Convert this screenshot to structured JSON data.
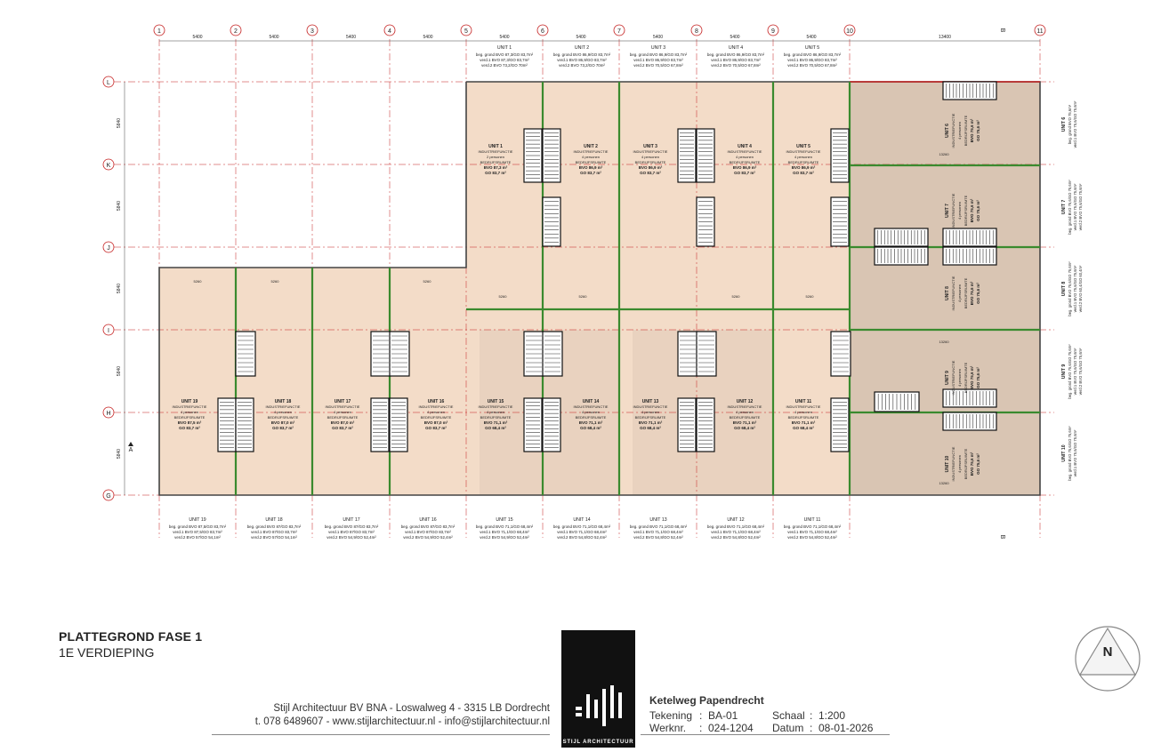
{
  "drawing": {
    "title": "PLATTEGROND FASE 1",
    "subtitle": "1E VERDIEPING"
  },
  "grid": {
    "columns": [
      "1",
      "2",
      "3",
      "4",
      "5",
      "6",
      "7",
      "8",
      "9",
      "10",
      "11"
    ],
    "rows": [
      "L",
      "K",
      "J",
      "I",
      "H",
      "G"
    ],
    "col_spacing": [
      "5400",
      "5400",
      "5400",
      "5400",
      "5400",
      "5400",
      "5400",
      "5400",
      "5400",
      "13400"
    ],
    "row_spacing": [
      "5840",
      "5840",
      "5840",
      "5840",
      "5840"
    ],
    "section_marks": [
      "A",
      "B"
    ]
  },
  "top_units": [
    {
      "name": "UNIT 1",
      "l1": "beg. grond BVO 87,3/GO 83,7m²",
      "l2": "verd.1 BVO 87,3/GO 83,7m²",
      "l3": "verd.2 BVO 73,2/GO 70m²"
    },
    {
      "name": "UNIT 2",
      "l1": "beg. grond BVO 86,9/GO 83,7m²",
      "l2": "verd.1 BVO 86,9/GO 83,7m²",
      "l3": "verd.2 BVO 73,2/GO 70m²"
    },
    {
      "name": "UNIT 3",
      "l1": "beg. grond BVO 86,9/GO 83,7m²",
      "l2": "verd.1 BVO 86,9/GO 83,7m²",
      "l3": "verd.2 BVO 70,5/GO 67,8m²"
    },
    {
      "name": "UNIT 4",
      "l1": "beg. grond BVO 86,9/GO 83,7m²",
      "l2": "verd.1 BVO 86,9/GO 83,7m²",
      "l3": "verd.2 BVO 70,5/GO 67,8m²"
    },
    {
      "name": "UNIT 5",
      "l1": "beg. grond BVO 86,9/GO 83,7m²",
      "l2": "verd.1 BVO 86,9/GO 83,7m²",
      "l3": "verd.2 BVO 70,5/GO 67,8m²"
    }
  ],
  "bottom_units": [
    {
      "name": "UNIT 19",
      "l1": "beg. grond BVO 87,5/GO 83,7m²",
      "l2": "verd.1 BVO 87,5/GO 83,7m²",
      "l3": "verd.2 BVO 57/GO 54,1m²"
    },
    {
      "name": "UNIT 18",
      "l1": "beg. grond BVO 87/GO 83,7m²",
      "l2": "verd.1 BVO 87/GO 83,7m²",
      "l3": "verd.2 BVO 57/GO 54,1m²"
    },
    {
      "name": "UNIT 17",
      "l1": "beg. grond BVO 87/GO 83,7m²",
      "l2": "verd.1 BVO 87/GO 83,7m²",
      "l3": "verd.2 BVO 54,9/GO 52,4m²"
    },
    {
      "name": "UNIT 16",
      "l1": "beg. grond BVO 87/GO 83,7m²",
      "l2": "verd.1 BVO 87/GO 83,7m²",
      "l3": "verd.2 BVO 54,9/GO 52,4m²"
    },
    {
      "name": "UNIT 15",
      "l1": "beg. grond BVO 71,1/GO 68,4m²",
      "l2": "verd.1 BVO 71,1/GO 68,4m²",
      "l3": "verd.2 BVO 54,9/GO 52,4m²"
    },
    {
      "name": "UNIT 14",
      "l1": "beg. grond BVO 71,1/GO 68,4m²",
      "l2": "verd.1 BVO 71,1/GO 68,4m²",
      "l3": "verd.2 BVO 54,8/GO 52,4m²"
    },
    {
      "name": "UNIT 13",
      "l1": "beg. grond BVO 71,1/GO 68,4m²",
      "l2": "verd.1 BVO 71,1/GO 68,4m²",
      "l3": "verd.2 BVO 54,8/GO 52,4m²"
    },
    {
      "name": "UNIT 12",
      "l1": "beg. grond BVO 71,1/GO 68,4m²",
      "l2": "verd.1 BVO 71,1/GO 68,4m²",
      "l3": "verd.2 BVO 54,8/GO 52,4m²"
    },
    {
      "name": "UNIT 11",
      "l1": "beg. grond BVO 71,1/GO 68,4m²",
      "l2": "verd.1 BVO 71,1/GO 68,4m²",
      "l3": "verd.2 BVO 54,8/GO 52,4m²"
    }
  ],
  "side_units": [
    {
      "name": "UNIT 6",
      "l1": "beg. grond BVO 75,6m²",
      "l2": "verd.1 BVO 75,6/GO 75,6m²"
    },
    {
      "name": "UNIT 7",
      "l1": "beg. grond BVO 75,6/GO 75,6m²",
      "l2": "verd.1 BVO 75,6/GO 75,6m²",
      "l3": "verd.2 BVO 75,6/GO 75,6m²"
    },
    {
      "name": "UNIT 8",
      "l1": "beg. grond BVO 75,6/GO 75,6m²",
      "l2": "verd.1 BVO 75,6/GO 75,6m²",
      "l3": "verd.2 BVO 60,4/GO 60,4m²"
    },
    {
      "name": "UNIT 9",
      "l1": "beg. grond BVO 75,6/GO 75,6m²",
      "l2": "verd.1 BVO 75,6/GO 75,6m²",
      "l3": "verd.2 BVO 75,6/GO 75,6m²"
    },
    {
      "name": "UNIT 10",
      "l1": "beg. grond BVO 75,6/GO 75,6m²",
      "l2": "verd.1 BVO 75,6/GO 75,6m²"
    }
  ],
  "rooms": {
    "function": "INDUSTRIEFUNCTIE",
    "space": "BEDRIJFSRUIMTE",
    "top": [
      {
        "name": "UNIT 1",
        "persons": "2 personen",
        "bvo": "BVO 87,3 m²",
        "go": "GO 83,7 m²"
      },
      {
        "name": "UNIT 2",
        "persons": "4 personen",
        "bvo": "BVO 86,9 m²",
        "go": "GO 83,7 m²"
      },
      {
        "name": "UNIT 3",
        "persons": "4 personen",
        "bvo": "BVO 86,9 m²",
        "go": "GO 83,7 m²"
      },
      {
        "name": "UNIT 4",
        "persons": "4 personen",
        "bvo": "BVO 86,9 m²",
        "go": "GO 83,7 m²"
      },
      {
        "name": "UNIT 5",
        "persons": "4 personen",
        "bvo": "BVO 86,9 m²",
        "go": "GO 83,7 m²"
      }
    ],
    "bottom": [
      {
        "name": "UNIT 19",
        "persons": "4 personen",
        "bvo": "BVO 87,5 m²",
        "go": "GO 83,7 m²"
      },
      {
        "name": "UNIT 18",
        "persons": "4 personen",
        "bvo": "BVO 87,0 m²",
        "go": "GO 83,7 m²"
      },
      {
        "name": "UNIT 17",
        "persons": "4 personen",
        "bvo": "BVO 87,0 m²",
        "go": "GO 83,7 m²"
      },
      {
        "name": "UNIT 16",
        "persons": "4 personen",
        "bvo": "BVO 87,0 m²",
        "go": "GO 83,7 m²"
      },
      {
        "name": "UNIT 15",
        "persons": "4 personen",
        "bvo": "BVO 71,1 m²",
        "go": "GO 68,4 m²"
      },
      {
        "name": "UNIT 14",
        "persons": "4 personen",
        "bvo": "BVO 71,1 m²",
        "go": "GO 68,4 m²"
      },
      {
        "name": "UNIT 13",
        "persons": "4 personen",
        "bvo": "BVO 71,1 m²",
        "go": "GO 68,4 m²"
      },
      {
        "name": "UNIT 12",
        "persons": "4 personen",
        "bvo": "BVO 71,1 m²",
        "go": "GO 68,4 m²"
      },
      {
        "name": "UNIT 11",
        "persons": "4 personen",
        "bvo": "BVO 71,1 m²",
        "go": "GO 68,4 m²"
      }
    ],
    "side": [
      {
        "name": "UNIT 6",
        "persons": "4 personen",
        "bvo": "BVO 75,6 m²",
        "go": "GO 75,6 m²"
      },
      {
        "name": "UNIT 7",
        "persons": "4 personen",
        "bvo": "BVO 75,6 m²",
        "go": "GO 75,6 m²"
      },
      {
        "name": "UNIT 8",
        "persons": "4 personen",
        "bvo": "BVO 75,6 m²",
        "go": "GO 75,6 m²"
      },
      {
        "name": "UNIT 9",
        "persons": "4 personen",
        "bvo": "BVO 75,6 m²",
        "go": "GO 75,6 m²"
      },
      {
        "name": "UNIT 10",
        "persons": "4 personen",
        "bvo": "BVO 75,6 m²",
        "go": "GO 75,6 m²"
      }
    ],
    "inner_dim": "5260",
    "side_dim": "13260"
  },
  "footer": {
    "company_line1": "Stijl Architectuur BV BNA  -  Loswalweg 4  -  3315 LB Dordrecht",
    "company_line2": "t. 078 6489607  -  www.stijlarchitectuur.nl  -  info@stijlarchitectuur.nl",
    "logo_text": "STIJL ARCHITECTUUR",
    "project": "Ketelweg Papendrecht",
    "tekening_label": "Tekening",
    "tekening_value": "BA-01",
    "schaal_label": "Schaal",
    "schaal_value": "1:200",
    "werknr_label": "Werknr.",
    "werknr_value": "024-1204",
    "datum_label": "Datum",
    "datum_value": "08-01-2026",
    "north": "N"
  },
  "colors": {
    "room": "#f3dcc8",
    "room_alt": "#e9d2bf",
    "side": "#d9c5b3",
    "wall": "#3a8a2e",
    "wall_light": "#7fcf5f",
    "grid": "#c41e1e",
    "line": "#444"
  }
}
